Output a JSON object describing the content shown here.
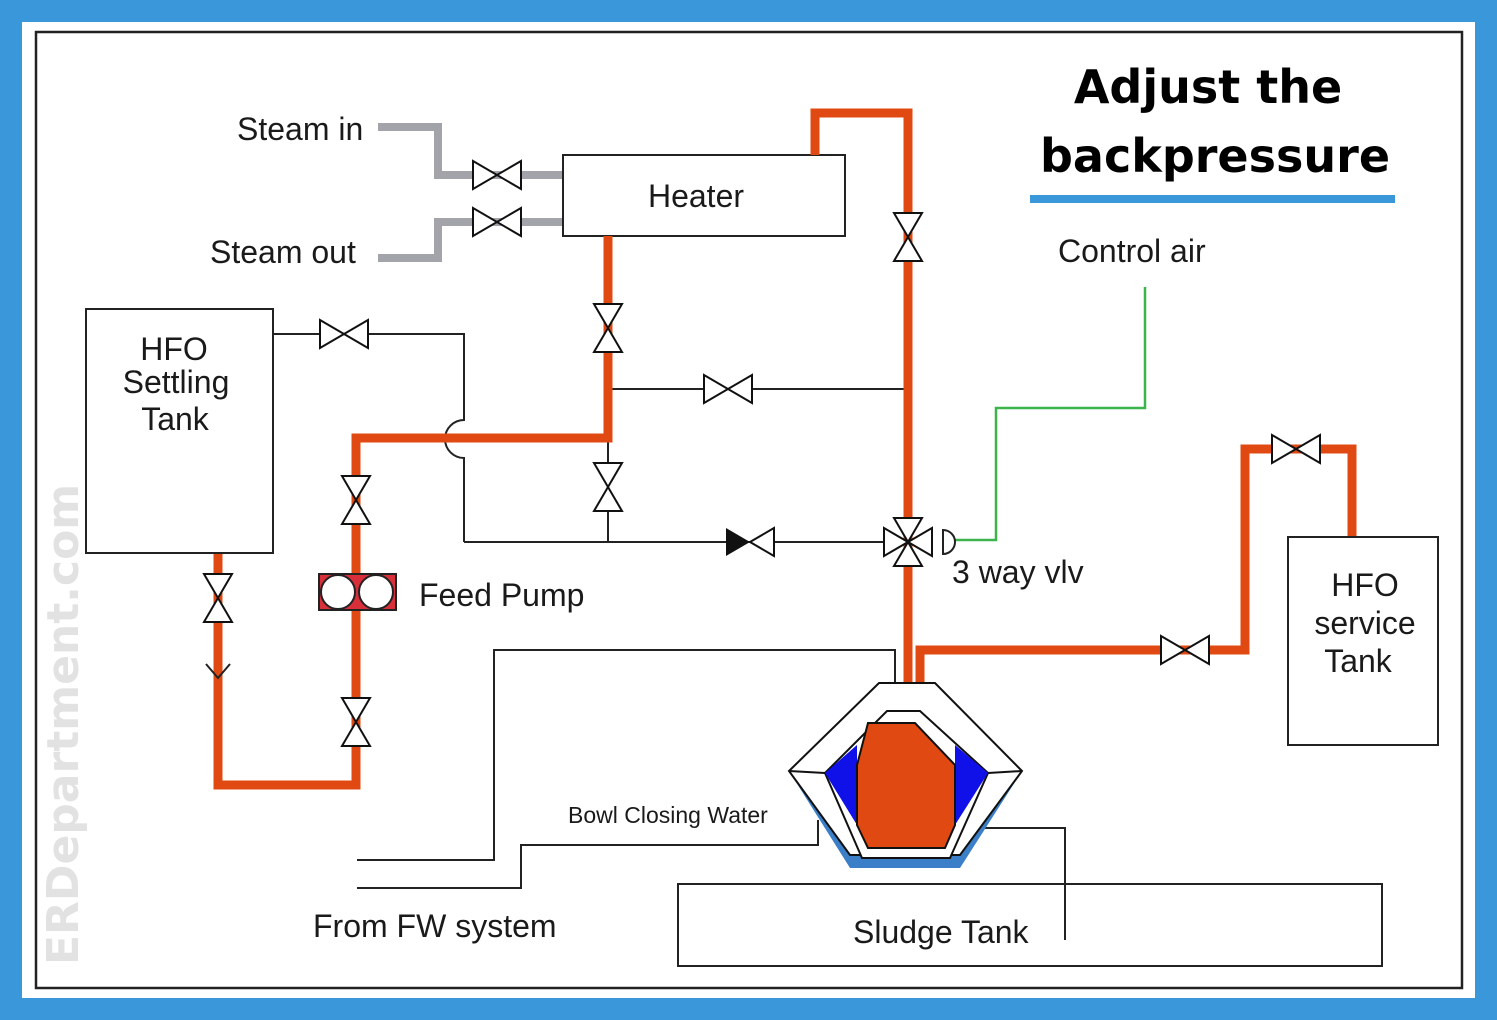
{
  "title_line1": "Adjust the",
  "title_line2": "backpressure",
  "watermark": "ERDepartment.com",
  "labels": {
    "steam_in": "Steam in",
    "steam_out": "Steam out",
    "heater": "Heater",
    "control_air": "Control air",
    "settling_tank": [
      "HFO",
      "Settling",
      "Tank"
    ],
    "feed_pump": "Feed Pump",
    "three_way_valve": "3 way vlv",
    "service_tank": [
      "HFO",
      "service",
      "Tank"
    ],
    "bowl_closing_water": "Bowl Closing Water",
    "fw_system": "From FW system",
    "sludge_tank": "Sludge Tank"
  },
  "colors": {
    "frame": "#3a97d9",
    "fuel_pipe": "#e04a12",
    "steam_pipe": "#a3a3aa",
    "control_air": "#3cb44b",
    "bowl_blue": "#1010e8"
  }
}
